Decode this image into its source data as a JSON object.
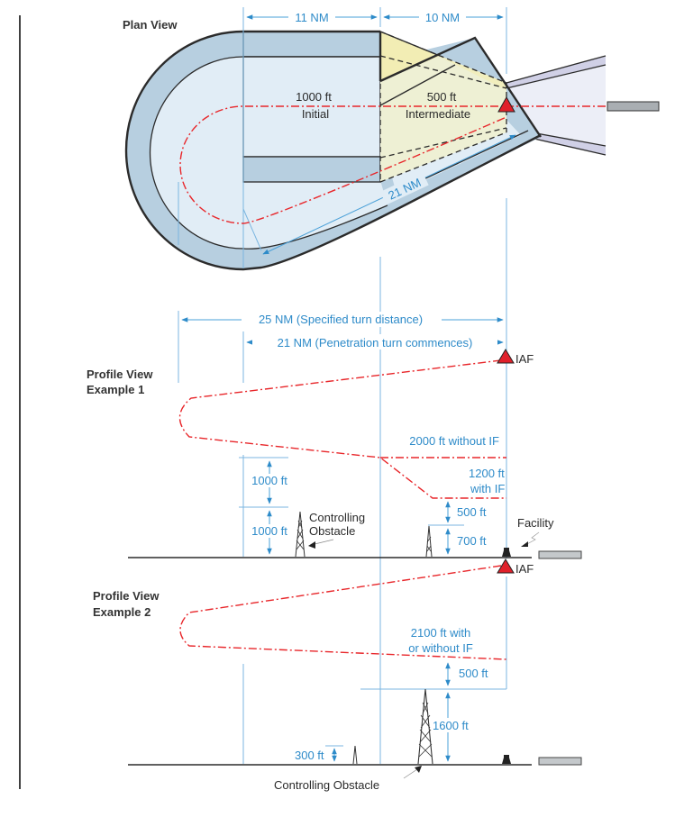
{
  "colors": {
    "secondary_area": "#b7cfe0",
    "primary_area": "#e1edf6",
    "intermediate_area": "#eef0d4",
    "intermediate_secondary": "#f2edb4",
    "final_area": "#eceef7",
    "final_edge": "#d0d0e6",
    "track": "#e8262a",
    "dimension": "#2e8bc9",
    "fix": "#e0202a",
    "runway": "#a9aeb2"
  },
  "plan_view": {
    "title": "Plan View",
    "dim_initial": "11 NM",
    "dim_intermediate": "10 NM",
    "initial_label": "1000 ft",
    "initial_sublabel": "Initial",
    "intermediate_label": "500 ft",
    "intermediate_sublabel": "Intermediate",
    "diagonal_dim": "21 NM"
  },
  "dimensions": {
    "specified_turn": "25 NM (Specified turn distance)",
    "penetration_turn": "21 NM (Penetration turn commences)"
  },
  "profile_1": {
    "title_line1": "Profile View",
    "title_line2": "Example 1",
    "iaf_label": "IAF",
    "without_if": "2000 ft without IF",
    "with_if_line1": "1200 ft",
    "with_if_line2": "with IF",
    "roc_upper": "1000 ft",
    "roc_lower": "1000 ft",
    "obstacle_label_line1": "Controlling",
    "obstacle_label_line2": "Obstacle",
    "int_roc": "500 ft",
    "int_obstacle": "700 ft",
    "facility_label": "Facility"
  },
  "profile_2": {
    "title_line1": "Profile View",
    "title_line2": "Example 2",
    "iaf_label": "IAF",
    "altitude_line1": "2100 ft with",
    "altitude_line2": "or without IF",
    "roc": "500 ft",
    "obstacle_height": "1600 ft",
    "small_obstacle": "300 ft",
    "obstacle_label": "Controlling Obstacle"
  }
}
